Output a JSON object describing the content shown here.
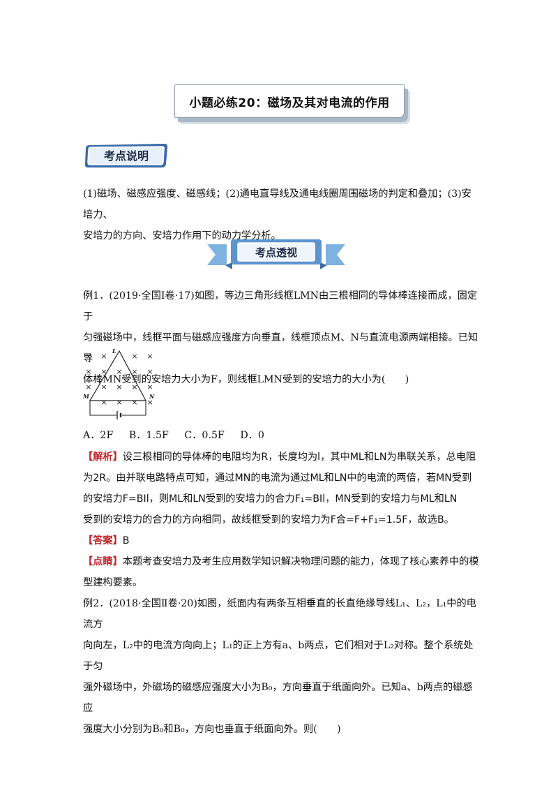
{
  "header": {
    "title": "小题必练20：磁场及其对电流的作用"
  },
  "badges": {
    "explain": "考点说明",
    "insight": "考点透视"
  },
  "intro": [
    "(1)磁场、磁感应强度、磁感线；(2)通电直导线及通电线圈周围磁场的判定和叠加；(3)安培力、",
    "安培力的方向、安培力作用下的动力学分析。"
  ],
  "example1": {
    "lines": [
      "例1．(2019·全国Ⅰ卷·17)如图，等边三角形线框LMN由三根相同的导体棒连接而成，固定于",
      "匀强磁场中，线框平面与磁感应强度方向垂直，线框顶点M、N与直流电源两端相接。已知导",
      "体棒MN受到的安培力大小为F，则线框LMN受到的安培力的大小为(　　)"
    ],
    "figure": {
      "mark": "×",
      "L": "L",
      "M": "M",
      "N": "N"
    },
    "choices": [
      "A．2F",
      "B．1.5F",
      "C．0.5F",
      "D．0"
    ]
  },
  "solution": {
    "tag_analysis": "【解析】",
    "analysis_lines": [
      "设三根相同的导体棒的电阻均为R，长度均为l，其中ML和LN为串联关系，总电阻",
      "为2R。由并联电路特点可知，通过MN的电流为通过ML和LN中的电流的两倍，若MN受到",
      "的安培力F=BIl，则ML和LN受到的安培力的合力F₁=BIl，MN受到的安培力与ML和LN",
      "受到的安培力的合力的方向相同，故线框受到的安培力为F合=F+F₁=1.5F，故选B。"
    ],
    "tag_answer": "【答案】",
    "answer": "B",
    "tag_comment": "【点睛】",
    "comment_lines": [
      "本题考查安培力及考生应用数学知识解决物理问题的能力，体现了核心素养中的模",
      "型建构要素。"
    ]
  },
  "example2": {
    "lines": [
      "例2．(2018·全国Ⅱ卷·20)如图，纸面内有两条互相垂直的长直绝缘导线L₁、L₂，L₁中的电流方",
      "向向左，L₂中的电流方向向上；L₁的正上方有a、b两点，它们相对于L₂对称。整个系统处于匀",
      "强外磁场中，外磁场的磁感应强度大小为B₀，方向垂直于纸面向外。已知a、b两点的磁感应",
      "强度大小分别为B₀和B₀，方向也垂直于纸面向外。则(　　)"
    ]
  }
}
